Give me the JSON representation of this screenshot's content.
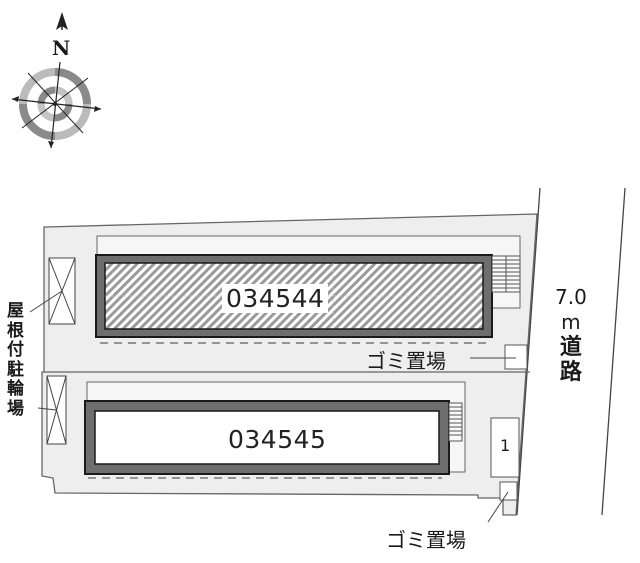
{
  "compass": {
    "north_label": "N",
    "icon": "compass-rose-icon"
  },
  "site": {
    "lot_fill": "#eeeeee",
    "outline": "#777777"
  },
  "buildings": [
    {
      "id": "building-034544",
      "label": "034544",
      "fill": "hatched",
      "frame_color": "#6e6e6e"
    },
    {
      "id": "building-034545",
      "label": "034545",
      "fill": "#ffffff",
      "frame_color": "#6e6e6e"
    }
  ],
  "labels": {
    "bicycle_parking": [
      "屋",
      "根",
      "付",
      "駐",
      "輪",
      "場"
    ],
    "garbage_1": "ゴミ置場",
    "garbage_2": "ゴミ置場",
    "parking_space_number": "1",
    "road_width": "7.0",
    "road_unit": "m",
    "road_chars": [
      "道",
      "路"
    ]
  }
}
